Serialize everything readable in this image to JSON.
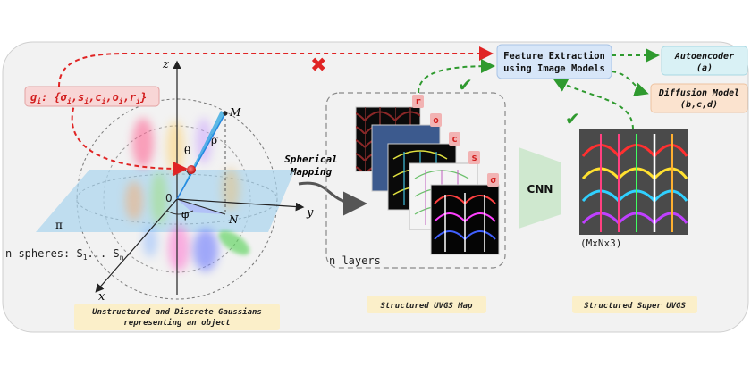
{
  "gaussian_params": {
    "prefix": "g",
    "prefix_sub": "i",
    "body": ": {σ",
    "items": [
      "s",
      "c",
      "o",
      "r"
    ]
  },
  "axes": {
    "z": "z",
    "y": "y",
    "x": "x",
    "origin": "0",
    "M": "M",
    "N": "N",
    "theta": "θ",
    "phi": "φ",
    "rho": "ρ",
    "plane": "π"
  },
  "spheres_label": {
    "text": "n spheres: S",
    "sub1": "1",
    "dots": "... S",
    "subn": "n"
  },
  "caption_left": {
    "line1": "Unstructured and Discrete Gaussians",
    "line2": "representing an object"
  },
  "spherical_mapping": {
    "line1": "Spherical",
    "line2": "Mapping"
  },
  "layers": {
    "labels": [
      "r",
      "o",
      "c",
      "s",
      "σ"
    ],
    "count_label": "n layers"
  },
  "caption_mid": "Structured UVGS Map",
  "cnn_label": "CNN",
  "dims_label": "(MxNx3)",
  "caption_right": "Structured Super UVGS",
  "feature_box": {
    "line1": "Feature Extraction",
    "line2": "using Image Models"
  },
  "autoencoder": {
    "line1": "Autoencoder",
    "line2": "(a)"
  },
  "diffusion": {
    "line1": "Diffusion Model",
    "line2": "(b,c,d)"
  },
  "marks": {
    "cross": "✖",
    "check": "✔"
  },
  "colors": {
    "panel": "#f2f2f2",
    "red_dash": "#e02424",
    "green_dash": "#2f9a2f",
    "feature_fill": "#d7e6f8",
    "auto_fill": "#d9f1f5",
    "diff_fill": "#fbe3cf",
    "caption_fill": "#fbefc9",
    "gparam_fill": "#f8d6d6",
    "cnn_fill": "#cfe8cf",
    "layer_tag": "#f2b3b3"
  }
}
